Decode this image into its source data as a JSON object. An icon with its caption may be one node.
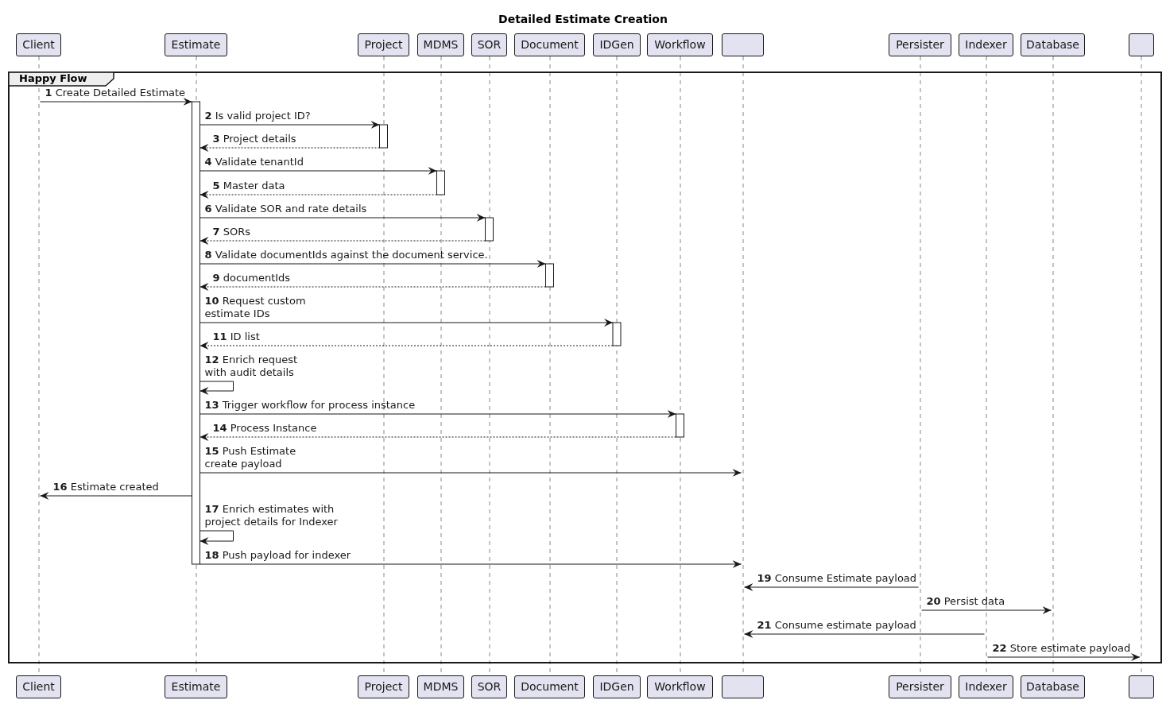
{
  "diagram": {
    "title": "Detailed Estimate Creation",
    "nodes": [
      {
        "text": [
          "Client"
        ]
      },
      {
        "text": [
          "Estimate"
        ]
      },
      {
        "text": [
          "Project"
        ]
      },
      {
        "text": [
          "MDMS"
        ]
      },
      {
        "text": [
          "SOR"
        ]
      },
      {
        "text": [
          "Document"
        ]
      },
      {
        "text": [
          "IDGen"
        ]
      },
      {
        "text": [
          "Workflow"
        ]
      },
      {
        "text": [],
        "shape": "box"
      },
      {
        "text": [
          "Persister"
        ]
      },
      {
        "text": [
          "Indexer"
        ]
      },
      {
        "text": [
          "Database"
        ]
      },
      {
        "text": [],
        "shape": "box"
      },
      {
        "text": [],
        "shape": "bar"
      },
      {
        "text": [],
        "shape": "bar"
      },
      {
        "text": [],
        "shape": "bar"
      },
      {
        "text": [],
        "shape": "bar"
      },
      {
        "text": [],
        "shape": "bar"
      },
      {
        "text": [],
        "shape": "bar"
      },
      {
        "text": [],
        "shape": "bar"
      },
      {
        "text": [],
        "shape": "bar"
      },
      {
        "text": [],
        "shape": "bar"
      },
      {
        "text": [],
        "shape": "bar"
      },
      {
        "text": [],
        "shape": "bar"
      },
      {
        "text": [],
        "shape": "bar"
      },
      {
        "text": [],
        "shape": "bar"
      },
      {
        "text": [
          "Client"
        ]
      },
      {
        "text": [
          "Estimate"
        ]
      },
      {
        "text": [
          "Project"
        ]
      },
      {
        "text": [
          "MDMS"
        ]
      },
      {
        "text": [
          "SOR"
        ]
      },
      {
        "text": [
          "Document"
        ]
      },
      {
        "text": [
          "IDGen"
        ]
      },
      {
        "text": [
          "Workflow"
        ]
      },
      {
        "text": [],
        "shape": "box"
      },
      {
        "text": [
          "Persister"
        ]
      },
      {
        "text": [
          "Indexer"
        ]
      },
      {
        "text": [
          "Database"
        ]
      },
      {
        "text": [],
        "shape": "box"
      }
    ],
    "edges": [
      {
        "from": 13,
        "to": 14,
        "arrow": "to",
        "label": "**1** Create Detailed Estimate"
      },
      {
        "from": 14,
        "to": 15,
        "arrow": "to",
        "label": "**2** Is valid project ID?"
      },
      {
        "from": 15,
        "to": 14,
        "arrow": "to",
        "style": "dashed",
        "label": "**3** Project details"
      },
      {
        "from": 14,
        "to": 16,
        "arrow": "to",
        "label": "**4** Validate tenantId"
      },
      {
        "from": 16,
        "to": 14,
        "arrow": "to",
        "style": "dashed",
        "label": "**5** Master data"
      },
      {
        "from": 14,
        "to": 17,
        "arrow": "to",
        "label": "**6** Validate SOR and rate details"
      },
      {
        "from": 17,
        "to": 14,
        "arrow": "to",
        "style": "dashed",
        "label": "**7** SORs"
      },
      {
        "from": 14,
        "to": 18,
        "arrow": "to",
        "label": "**8** Validate documentIds against the document service."
      },
      {
        "from": 18,
        "to": 14,
        "arrow": "to",
        "style": "dashed",
        "label": "**9** documentIds"
      },
      {
        "from": 14,
        "to": 19,
        "arrow": "to",
        "label": "**10** Request custom estimate IDs"
      },
      {
        "from": 19,
        "to": 14,
        "arrow": "to",
        "style": "dashed",
        "label": "**11** ID list"
      },
      {
        "from": 14,
        "to": 14,
        "arrow": "to",
        "label": "**12** Enrich request with audit details"
      },
      {
        "from": 14,
        "to": 20,
        "arrow": "to",
        "label": "**13** Trigger workflow for process instance"
      },
      {
        "from": 20,
        "to": 14,
        "arrow": "to",
        "style": "dashed",
        "label": "**14** Process Instance"
      },
      {
        "from": 14,
        "to": 21,
        "arrow": "to",
        "label": "**15** Push Estimate create payload"
      },
      {
        "from": 14,
        "to": 13,
        "arrow": "to",
        "label": "**16** Estimate created"
      },
      {
        "from": 14,
        "to": 14,
        "arrow": "to",
        "label": "**17** Enrich estimates with project details for Indexer"
      },
      {
        "from": 14,
        "to": 21,
        "arrow": "to",
        "label": "**18** Push payload for indexer"
      },
      {
        "from": 22,
        "to": 21,
        "arrow": "to",
        "label": "**19** Consume Estimate payload"
      },
      {
        "from": 22,
        "to": 24,
        "arrow": "to",
        "label": "**20** Persist data"
      },
      {
        "from": 23,
        "to": 21,
        "arrow": "to",
        "label": "**21** Consume estimate payload"
      },
      {
        "from": 23,
        "to": 25,
        "arrow": "to",
        "label": "**22** Store estimate payload"
      }
    ],
    "labels": [
      "Happy Flow"
    ]
  }
}
